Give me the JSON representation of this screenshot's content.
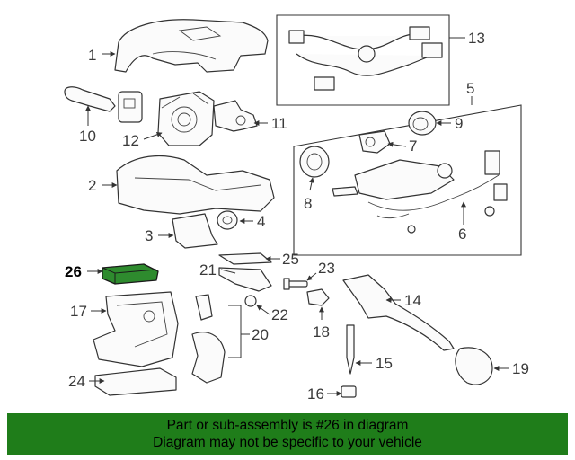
{
  "parts": [
    {
      "id": "1",
      "label": "1",
      "highlighted": false
    },
    {
      "id": "2",
      "label": "2",
      "highlighted": false
    },
    {
      "id": "3",
      "label": "3",
      "highlighted": false
    },
    {
      "id": "4",
      "label": "4",
      "highlighted": false
    },
    {
      "id": "5",
      "label": "5",
      "highlighted": false
    },
    {
      "id": "6",
      "label": "6",
      "highlighted": false
    },
    {
      "id": "7",
      "label": "7",
      "highlighted": false
    },
    {
      "id": "8",
      "label": "8",
      "highlighted": false
    },
    {
      "id": "9",
      "label": "9",
      "highlighted": false
    },
    {
      "id": "10",
      "label": "10",
      "highlighted": false
    },
    {
      "id": "11",
      "label": "11",
      "highlighted": false
    },
    {
      "id": "12",
      "label": "12",
      "highlighted": false
    },
    {
      "id": "13",
      "label": "13",
      "highlighted": false
    },
    {
      "id": "14",
      "label": "14",
      "highlighted": false
    },
    {
      "id": "15",
      "label": "15",
      "highlighted": false
    },
    {
      "id": "16",
      "label": "16",
      "highlighted": false
    },
    {
      "id": "17",
      "label": "17",
      "highlighted": false
    },
    {
      "id": "18",
      "label": "18",
      "highlighted": false
    },
    {
      "id": "19",
      "label": "19",
      "highlighted": false
    },
    {
      "id": "20",
      "label": "20",
      "highlighted": false
    },
    {
      "id": "21",
      "label": "21",
      "highlighted": false
    },
    {
      "id": "22",
      "label": "22",
      "highlighted": false
    },
    {
      "id": "23",
      "label": "23",
      "highlighted": false
    },
    {
      "id": "24",
      "label": "24",
      "highlighted": false
    },
    {
      "id": "25",
      "label": "25",
      "highlighted": false
    },
    {
      "id": "26",
      "label": "26",
      "highlighted": true
    }
  ],
  "footer": {
    "line1": "Part or sub-assembly is #26 in diagram",
    "line2": "Diagram may not be specific to your vehicle"
  },
  "colors": {
    "footer_bg": "#1f7d1a",
    "highlight_fill": "#2e8b2e",
    "line": "#333333"
  },
  "icons": {
    "leader_arrow": "arrow-icon"
  }
}
